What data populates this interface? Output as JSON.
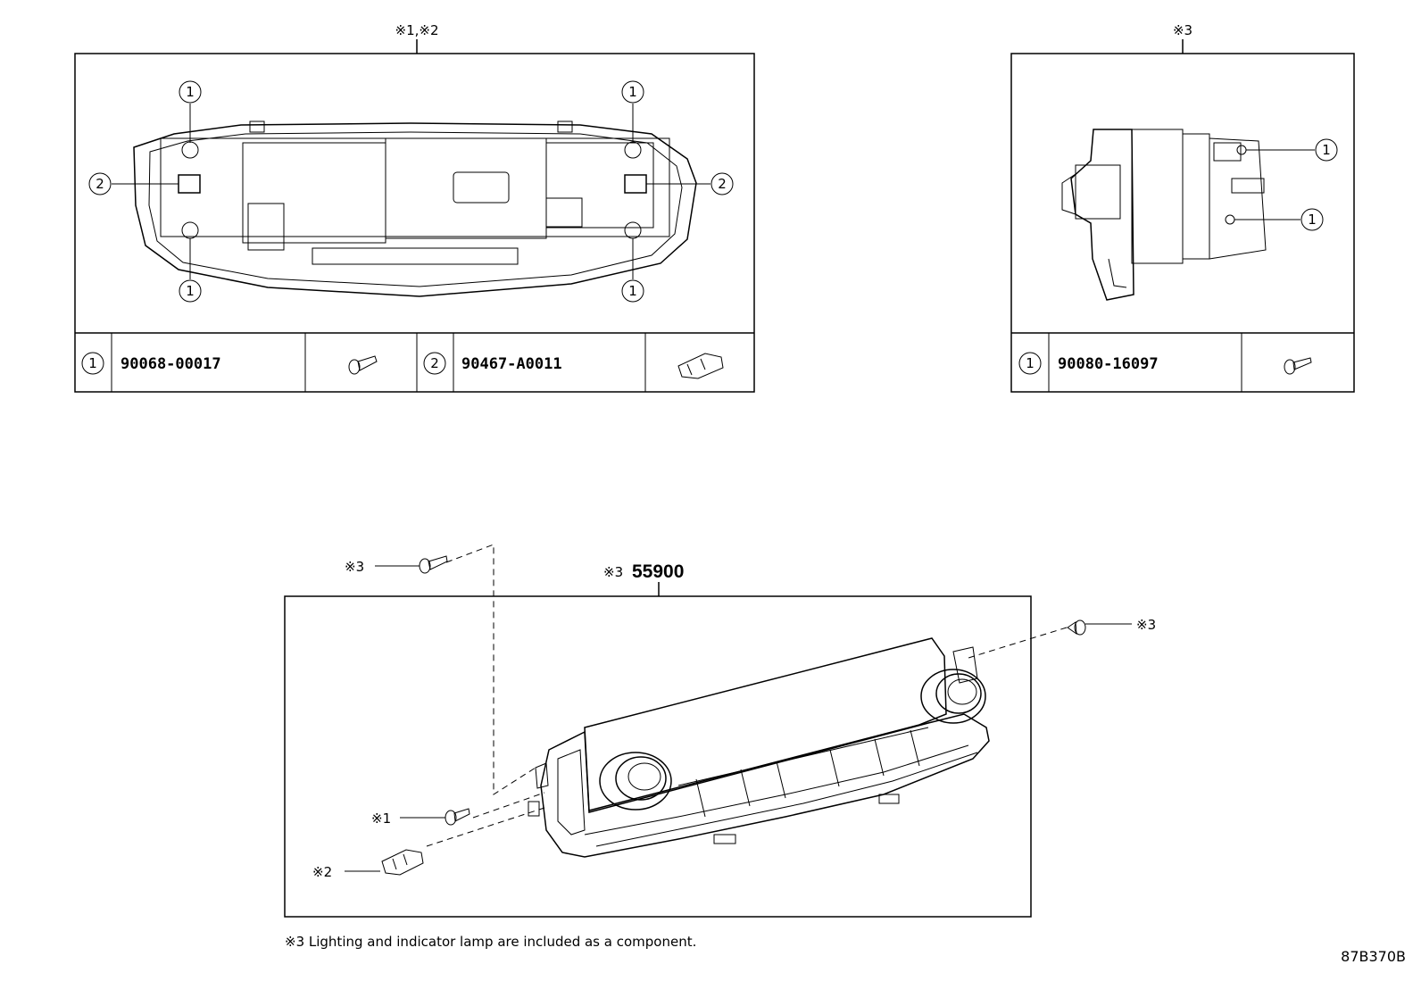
{
  "panel_a": {
    "header": "※1,※2",
    "callouts": [
      "1",
      "1",
      "1",
      "1",
      "2",
      "2"
    ],
    "table": {
      "col1_num": "1",
      "col1_part": "90068-00017",
      "col2_num": "2",
      "col2_part": "90467-A0011"
    }
  },
  "panel_b": {
    "header": "※3",
    "callouts": [
      "1",
      "1"
    ],
    "table": {
      "col1_num": "1",
      "col1_part": "90080-16097"
    }
  },
  "main": {
    "part_label": "55900",
    "part_mark": "※3",
    "callouts": {
      "screw_top_left": "※3",
      "screw_right": "※3",
      "screw_lower": "※1",
      "clip_lower": "※2"
    },
    "note": "※3 Lighting and indicator lamp are included as a component."
  },
  "figure_code": "87B370B"
}
